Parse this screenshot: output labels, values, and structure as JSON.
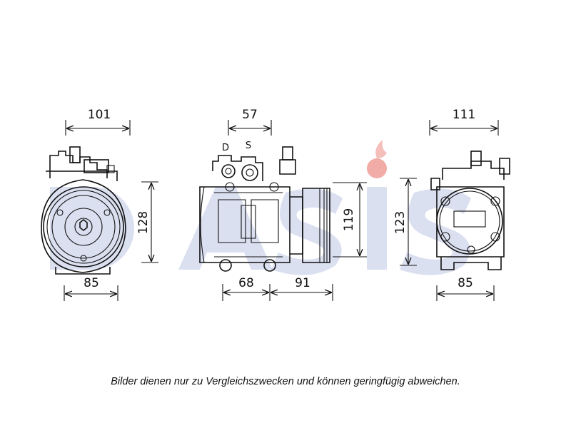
{
  "watermark": {
    "colors": {
      "blue": "#1e3da8",
      "red": "#e0463c"
    }
  },
  "left_view": {
    "width_top": "101",
    "height": "128",
    "width_bottom": "85"
  },
  "middle_view": {
    "port_d": "D",
    "port_s": "S",
    "width_top": "57",
    "height_pulley": "119",
    "height_body": "123",
    "width_bottom_left": "68",
    "width_bottom_right": "91"
  },
  "right_view": {
    "width_top": "111",
    "width_bottom": "85"
  },
  "caption": "Bilder dienen nur zu Vergleichszwecken und können geringfügig abweichen."
}
